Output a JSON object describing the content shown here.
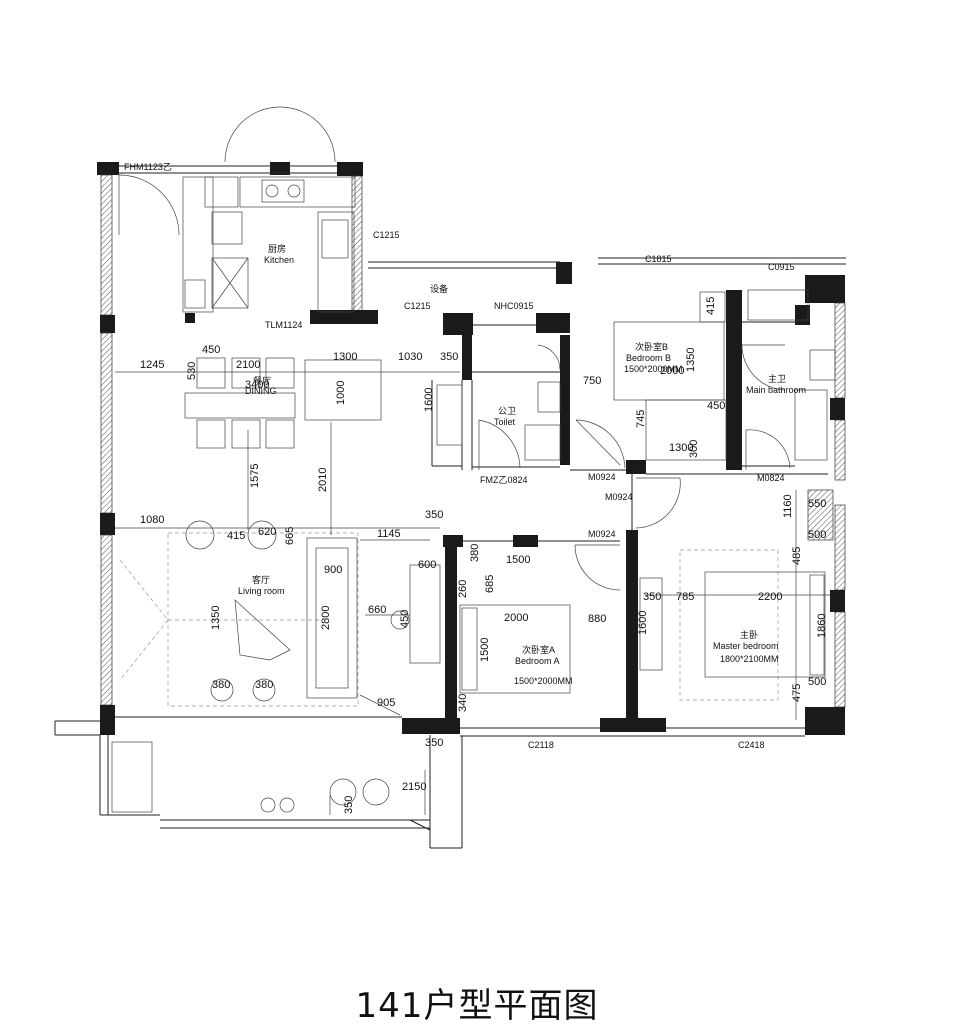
{
  "caption": "141户型平面图",
  "rooms": {
    "kitchen_cn": "厨房",
    "kitchen_en": "Kitchen",
    "dining_cn": "餐厅",
    "dining_en": "DINING",
    "living_cn": "客厅",
    "living_en": "Living room",
    "toilet_cn": "公卫",
    "toilet_en": "Toilet",
    "bedroom_b_cn": "次卧室B",
    "bedroom_b_en": "Bedroom B",
    "bedroom_b_bed": "1500*2000MM",
    "bedroom_a_cn": "次卧室A",
    "bedroom_a_en": "Bedroom A",
    "bedroom_a_bed": "1500*2000MM",
    "master_bath_cn": "主卫",
    "master_bath_en": "Main bathroom",
    "master_bed_cn": "主卧",
    "master_bed_en": "Master bedroom",
    "master_bed_bed": "1800*2100MM",
    "equipment": "设备"
  },
  "openings": {
    "fhm": "FHM1123乙",
    "c1215a": "C1215",
    "c1215b": "C1215",
    "tlm": "TLM1124",
    "nhc": "NHC0915",
    "c1815": "C1815",
    "c0915": "C0915",
    "m0924a": "M0924",
    "m0924b": "M0924",
    "m0924c": "M0924",
    "m0824": "M0824",
    "fmz": "FMZ乙0824",
    "c2118": "C2118",
    "c2418": "C2418"
  },
  "dims": {
    "d1245": "1245",
    "d450a": "450",
    "d2100": "2100",
    "d1300a": "1300",
    "d1030": "1030",
    "d350a": "350",
    "d530": "530",
    "d3400": "3400",
    "d1000": "1000",
    "d1600a": "1600",
    "d1575": "1575",
    "d2010": "2010",
    "d1080": "1080",
    "d415a": "415",
    "d620": "620",
    "d665": "665",
    "d1145": "1145",
    "d350b": "350",
    "d900": "900",
    "d600": "600",
    "d660": "660",
    "d450b": "450",
    "d1350a": "1350",
    "d2800": "2800",
    "d380a": "380",
    "d380b": "380",
    "d905": "905",
    "d350c": "350",
    "d2150": "2150",
    "d350d": "350",
    "d380c": "380",
    "d1500a": "1500",
    "d260": "260",
    "d685": "685",
    "d2000a": "2000",
    "d880": "880",
    "d1500b": "1500",
    "d340": "340",
    "d750": "750",
    "d1350b": "1350",
    "d2000b": "2000",
    "d745": "745",
    "d450c": "450",
    "d1300b": "1300",
    "d300": "300",
    "d415b": "415",
    "d350e": "350",
    "d785": "785",
    "d2200": "2200",
    "d1600b": "1600",
    "d1860": "1860",
    "d1160": "1160",
    "d550": "550",
    "d500a": "500",
    "d485": "485",
    "d475": "475",
    "d500b": "500"
  }
}
